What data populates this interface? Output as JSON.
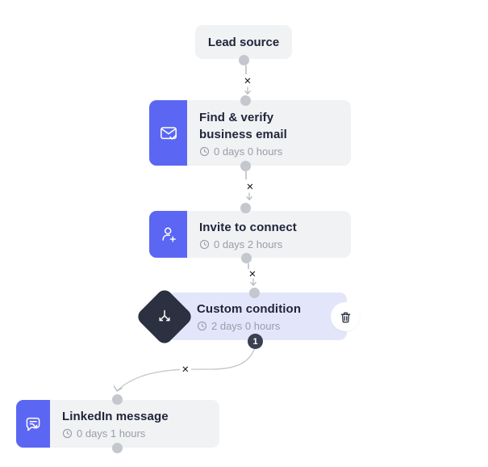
{
  "colors": {
    "accent": "#5b67f2",
    "node_bg": "#f1f2f4",
    "condition_bg": "#e3e6fb",
    "dark": "#2b3140",
    "title": "#20253a",
    "meta": "#989da8",
    "dot": "#c4c7cd",
    "edge_x": "#14171e"
  },
  "icons": {
    "email_node": "envelope-check-icon",
    "invite_node": "person-plus-icon",
    "condition_node": "branch-split-icon",
    "linkedin_node": "chat-forward-icon",
    "delay": "clock-icon",
    "delete": "trash-icon"
  },
  "flow": {
    "lead": {
      "title": "Lead source"
    },
    "email": {
      "title_line1": "Find & verify",
      "title_line2": "business email",
      "delay": "0 days 0 hours"
    },
    "invite": {
      "title": "Invite to connect",
      "delay": "0 days 2 hours"
    },
    "condition": {
      "title": "Custom condition",
      "delay": "2 days 0 hours",
      "branch_badge": "1"
    },
    "linkedin": {
      "title": "LinkedIn message",
      "delay": "0 days 1 hours"
    }
  },
  "edge": {
    "remove_symbol": "✕"
  }
}
